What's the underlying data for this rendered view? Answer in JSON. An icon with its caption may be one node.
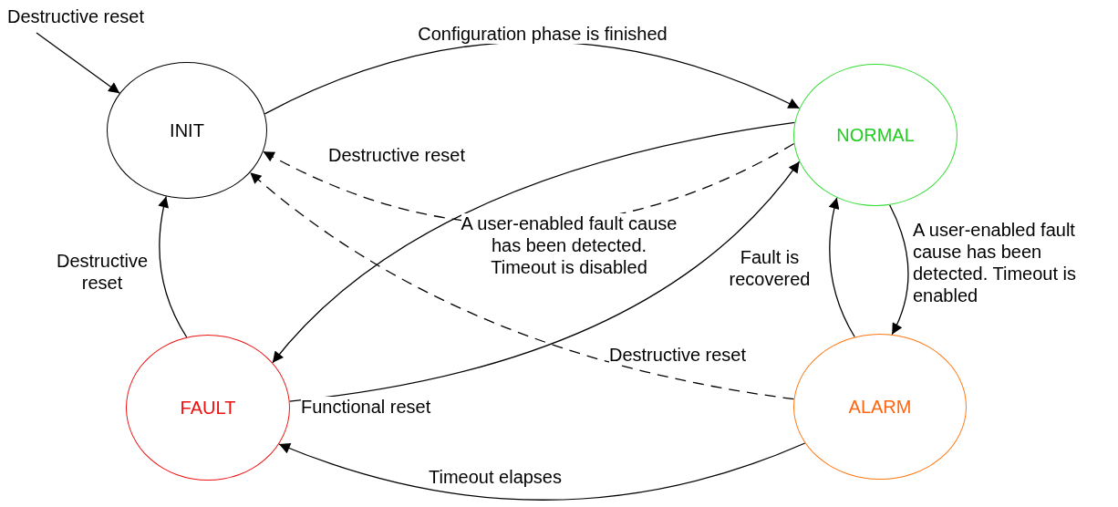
{
  "diagram": {
    "nodes": [
      {
        "text": [
          "INIT"
        ]
      },
      {
        "text": [
          "NORMAL"
        ]
      },
      {
        "text": [
          "FAULT"
        ]
      },
      {
        "text": [
          "ALARM"
        ]
      }
    ],
    "edges": [
      {
        "from": null,
        "to": 0,
        "arrow": "to",
        "label": "Destructive reset"
      },
      {
        "from": 0,
        "to": 1,
        "arrow": "to",
        "label": "Configuration phase is finished"
      },
      {
        "from": 1,
        "to": 0,
        "arrow": "to",
        "label": "Destructive reset",
        "style": "dashed"
      },
      {
        "from": 1,
        "to": 2,
        "arrow": "to",
        "label": "A user-enabled fault cause has been detected. Timeout is disabled"
      },
      {
        "from": 2,
        "to": 1,
        "arrow": "to",
        "label": "Functional reset"
      },
      {
        "from": 3,
        "to": 0,
        "arrow": "to",
        "label": "Destructive reset",
        "style": "dashed"
      },
      {
        "from": 1,
        "to": 3,
        "arrow": "to",
        "label": "A user-enabled fault cause has been detected. Timeout is enabled"
      },
      {
        "from": 3,
        "to": 1,
        "arrow": "to",
        "label": "Fault is recovered"
      },
      {
        "from": 2,
        "to": 0,
        "arrow": "to",
        "label": "Destructive reset"
      },
      {
        "from": 3,
        "to": 2,
        "arrow": "to",
        "label": "Timeout elapses"
      }
    ]
  }
}
